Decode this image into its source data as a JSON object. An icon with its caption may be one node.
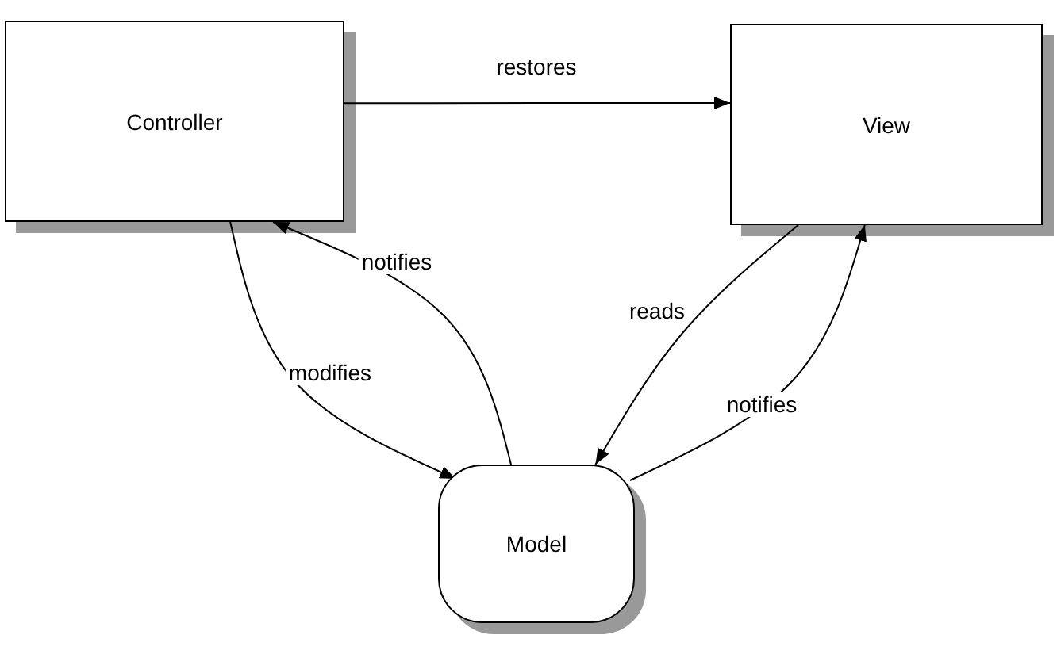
{
  "diagram": {
    "nodes": [
      {
        "text": [
          "Controller"
        ]
      },
      {
        "text": [
          "View"
        ]
      },
      {
        "text": [
          "Model"
        ]
      }
    ],
    "edges": [
      {
        "from": 0,
        "to": 1,
        "arrow": "to",
        "label": "restores"
      },
      {
        "from": 0,
        "to": 2,
        "arrow": "to",
        "label": "modifies"
      },
      {
        "from": 2,
        "to": 0,
        "arrow": "to",
        "label": "notifies"
      },
      {
        "from": 1,
        "to": 2,
        "arrow": "to",
        "label": "reads"
      },
      {
        "from": 2,
        "to": 1,
        "arrow": "to",
        "label": "notifies"
      }
    ]
  }
}
